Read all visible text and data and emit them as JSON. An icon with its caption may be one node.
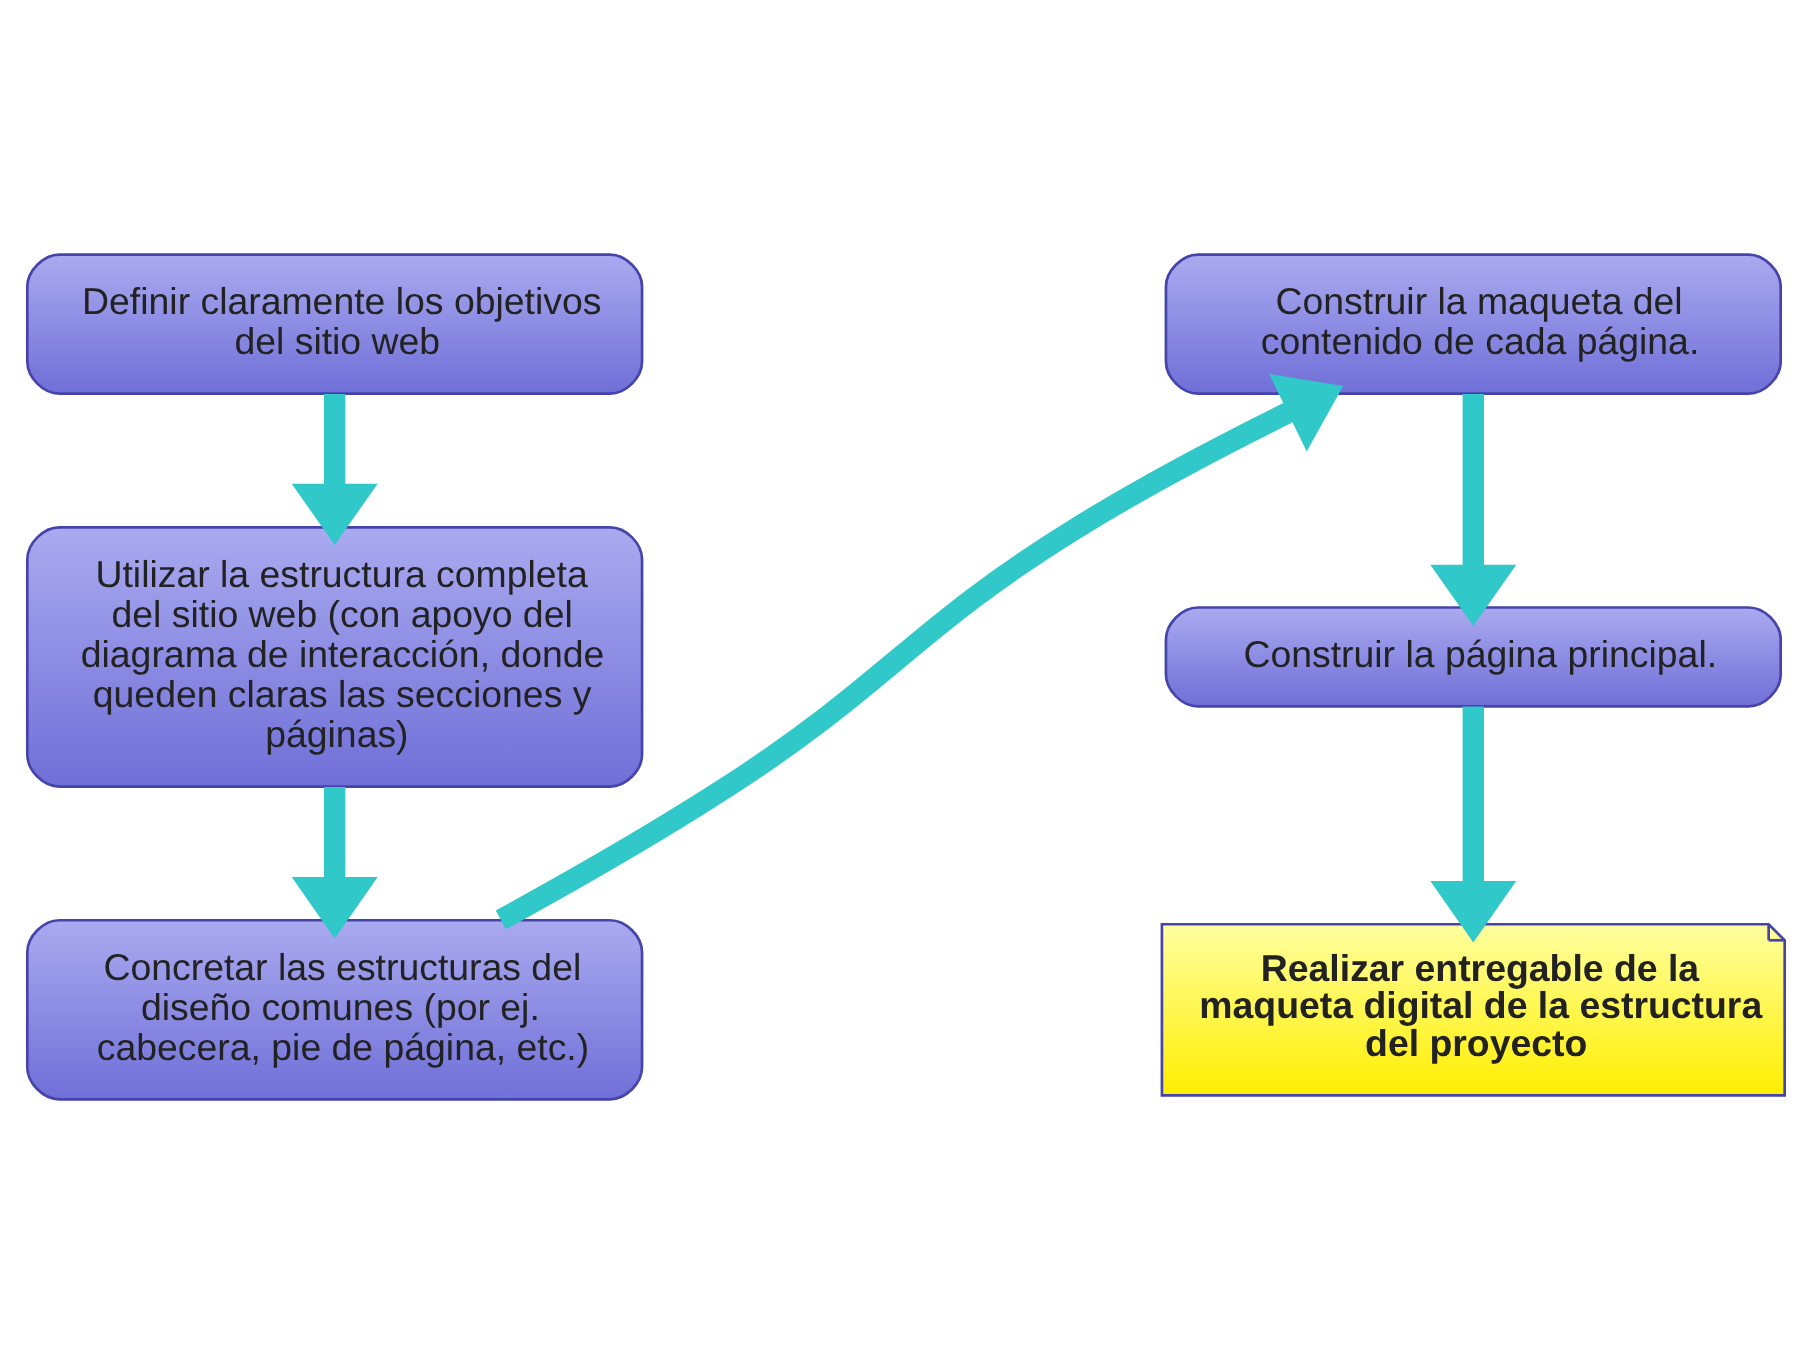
{
  "diagram": {
    "nodes": [
      {
        "text": [
          "Definir claramente los objetivos del sitio web"
        ]
      },
      {
        "text": [
          "Utilizar la estructura completa del sitio web (con apoyo del diagrama de interacción, donde queden claras las secciones y páginas)"
        ]
      },
      {
        "text": [
          "Concretar las estructuras del diseño comunes (por ej. cabecera, pie de página, etc.)"
        ]
      },
      {
        "text": [
          "Construir la maqueta del contenido de cada página."
        ]
      },
      {
        "text": [
          "Construir la página principal."
        ]
      },
      {
        "text": [
          "Realizar entregable de la maqueta digital de la estructura del proyecto"
        ]
      }
    ],
    "edges": [
      {
        "from": 0,
        "to": 1,
        "arrow": "to"
      },
      {
        "from": 1,
        "to": 2,
        "arrow": "to"
      },
      {
        "from": 2,
        "to": 3,
        "arrow": "to"
      },
      {
        "from": 3,
        "to": 4,
        "arrow": "to"
      },
      {
        "from": 4,
        "to": 5,
        "arrow": "to"
      }
    ]
  }
}
